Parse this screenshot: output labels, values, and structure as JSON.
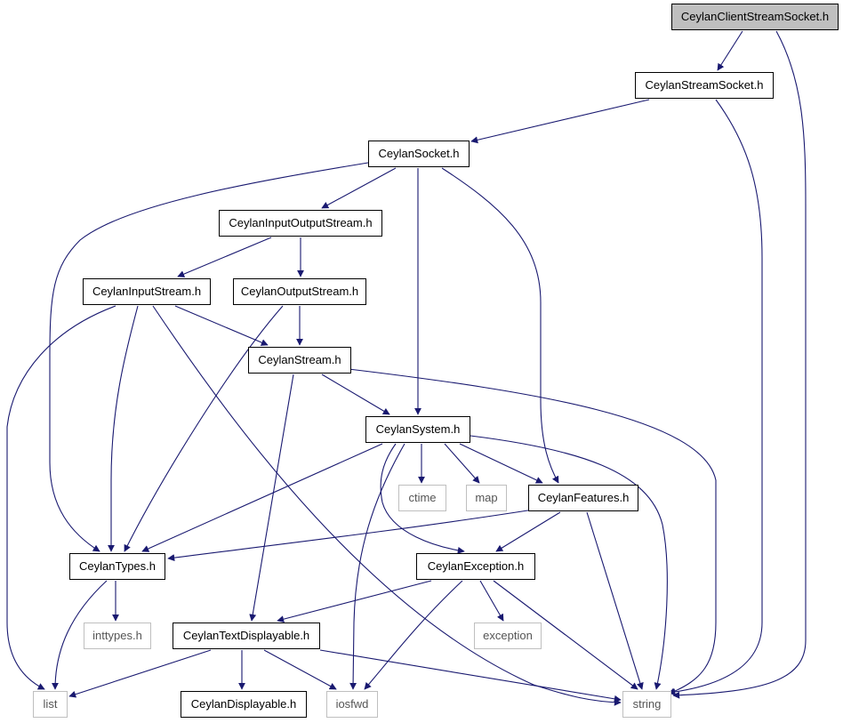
{
  "graph": {
    "edge_color": "#191970",
    "nodes": {
      "client_stream_socket": "CeylanClientStreamSocket.h",
      "stream_socket": "CeylanStreamSocket.h",
      "socket": "CeylanSocket.h",
      "input_output_stream": "CeylanInputOutputStream.h",
      "input_stream": "CeylanInputStream.h",
      "output_stream": "CeylanOutputStream.h",
      "stream": "CeylanStream.h",
      "system": "CeylanSystem.h",
      "ctime": "ctime",
      "map": "map",
      "features": "CeylanFeatures.h",
      "types": "CeylanTypes.h",
      "exception_h": "CeylanException.h",
      "inttypes": "inttypes.h",
      "exception": "exception",
      "text_displayable": "CeylanTextDisplayable.h",
      "list": "list",
      "displayable": "CeylanDisplayable.h",
      "iosfwd": "iosfwd",
      "string": "string"
    }
  }
}
